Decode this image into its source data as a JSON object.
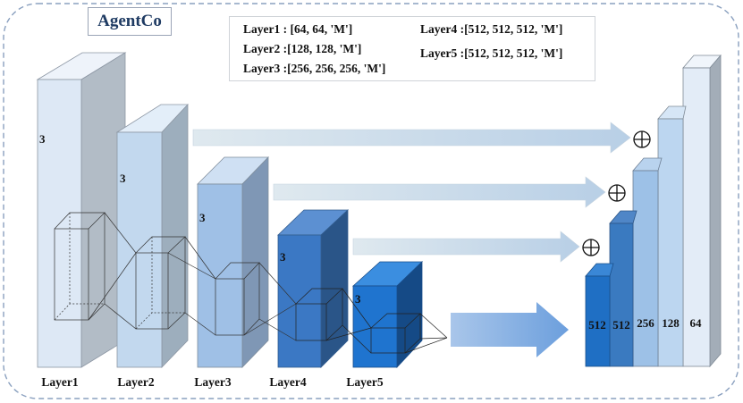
{
  "brand": {
    "label": "AgentCo"
  },
  "legend": {
    "layer1": "Layer1 : [64, 64, 'M']",
    "layer2": "Layer2 :[128, 128, 'M']",
    "layer3": "Layer3 :[256, 256, 256, 'M']",
    "layer4": "Layer4 :[512, 512, 512, 'M']",
    "layer5": "Layer5 :[512, 512, 512, 'M']"
  },
  "encoder": [
    {
      "label": "Layer1",
      "channel": "3"
    },
    {
      "label": "Layer2",
      "channel": "3"
    },
    {
      "label": "Layer3",
      "channel": "3"
    },
    {
      "label": "Layer4",
      "channel": "3"
    },
    {
      "label": "Layer5",
      "channel": "3"
    }
  ],
  "decoder": [
    {
      "value": "512"
    },
    {
      "value": "512"
    },
    {
      "value": "256"
    },
    {
      "value": "128"
    },
    {
      "value": "64"
    }
  ],
  "fusion_symbol": "⊕",
  "colors": {
    "border": "#8aa0bf",
    "block1": "#dde8f5",
    "block2": "#c2d8ee",
    "block3": "#9fc0e6",
    "block4": "#3b78c4",
    "block5": "#1f74cf",
    "dec512a": "#1f6fc4",
    "dec512b": "#3a7ac0",
    "dec256": "#9dc1e7",
    "dec128": "#bcd6f0",
    "dec64": "#e3ecf7",
    "skip_arrow": "#d3e0ea",
    "main_arrow": "#8fb6e6"
  }
}
